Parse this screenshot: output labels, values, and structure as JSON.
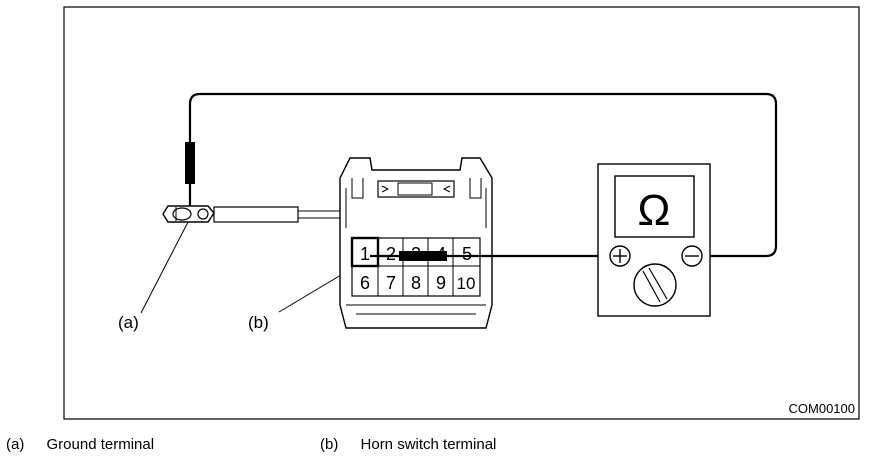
{
  "figure": {
    "code": "COM00100",
    "callouts": {
      "a": "(a)",
      "b": "(b)"
    },
    "connector_pins": [
      "1",
      "2",
      "3",
      "4",
      "5",
      "6",
      "7",
      "8",
      "9",
      "10"
    ],
    "meter": {
      "symbol": "Ω",
      "plus_icon": "plus-terminal-icon",
      "minus_icon": "minus-terminal-icon",
      "dial_icon": "selector-dial-icon"
    }
  },
  "legend": [
    {
      "tag": "(a)",
      "text": "Ground terminal"
    },
    {
      "tag": "(b)",
      "text": "Horn switch terminal"
    }
  ]
}
